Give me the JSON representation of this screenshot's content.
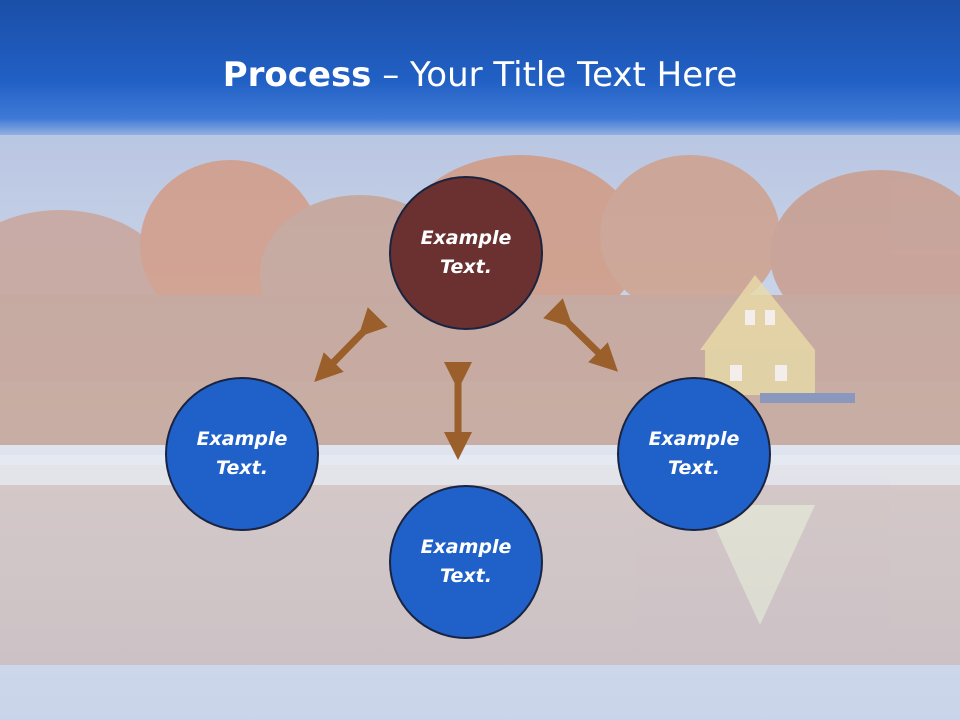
{
  "title": {
    "bold": "Process",
    "rest": " – Your Title Text Here"
  },
  "nodes": {
    "top": "Example Text.",
    "left": "Example Text.",
    "right": "Example Text.",
    "bottom": "Example Text."
  },
  "colors": {
    "header_blue": "#1b4fa8",
    "node_blue": "#1f61c9",
    "node_brown": "#6a3130",
    "arrow_brown": "#9a5f2a"
  }
}
